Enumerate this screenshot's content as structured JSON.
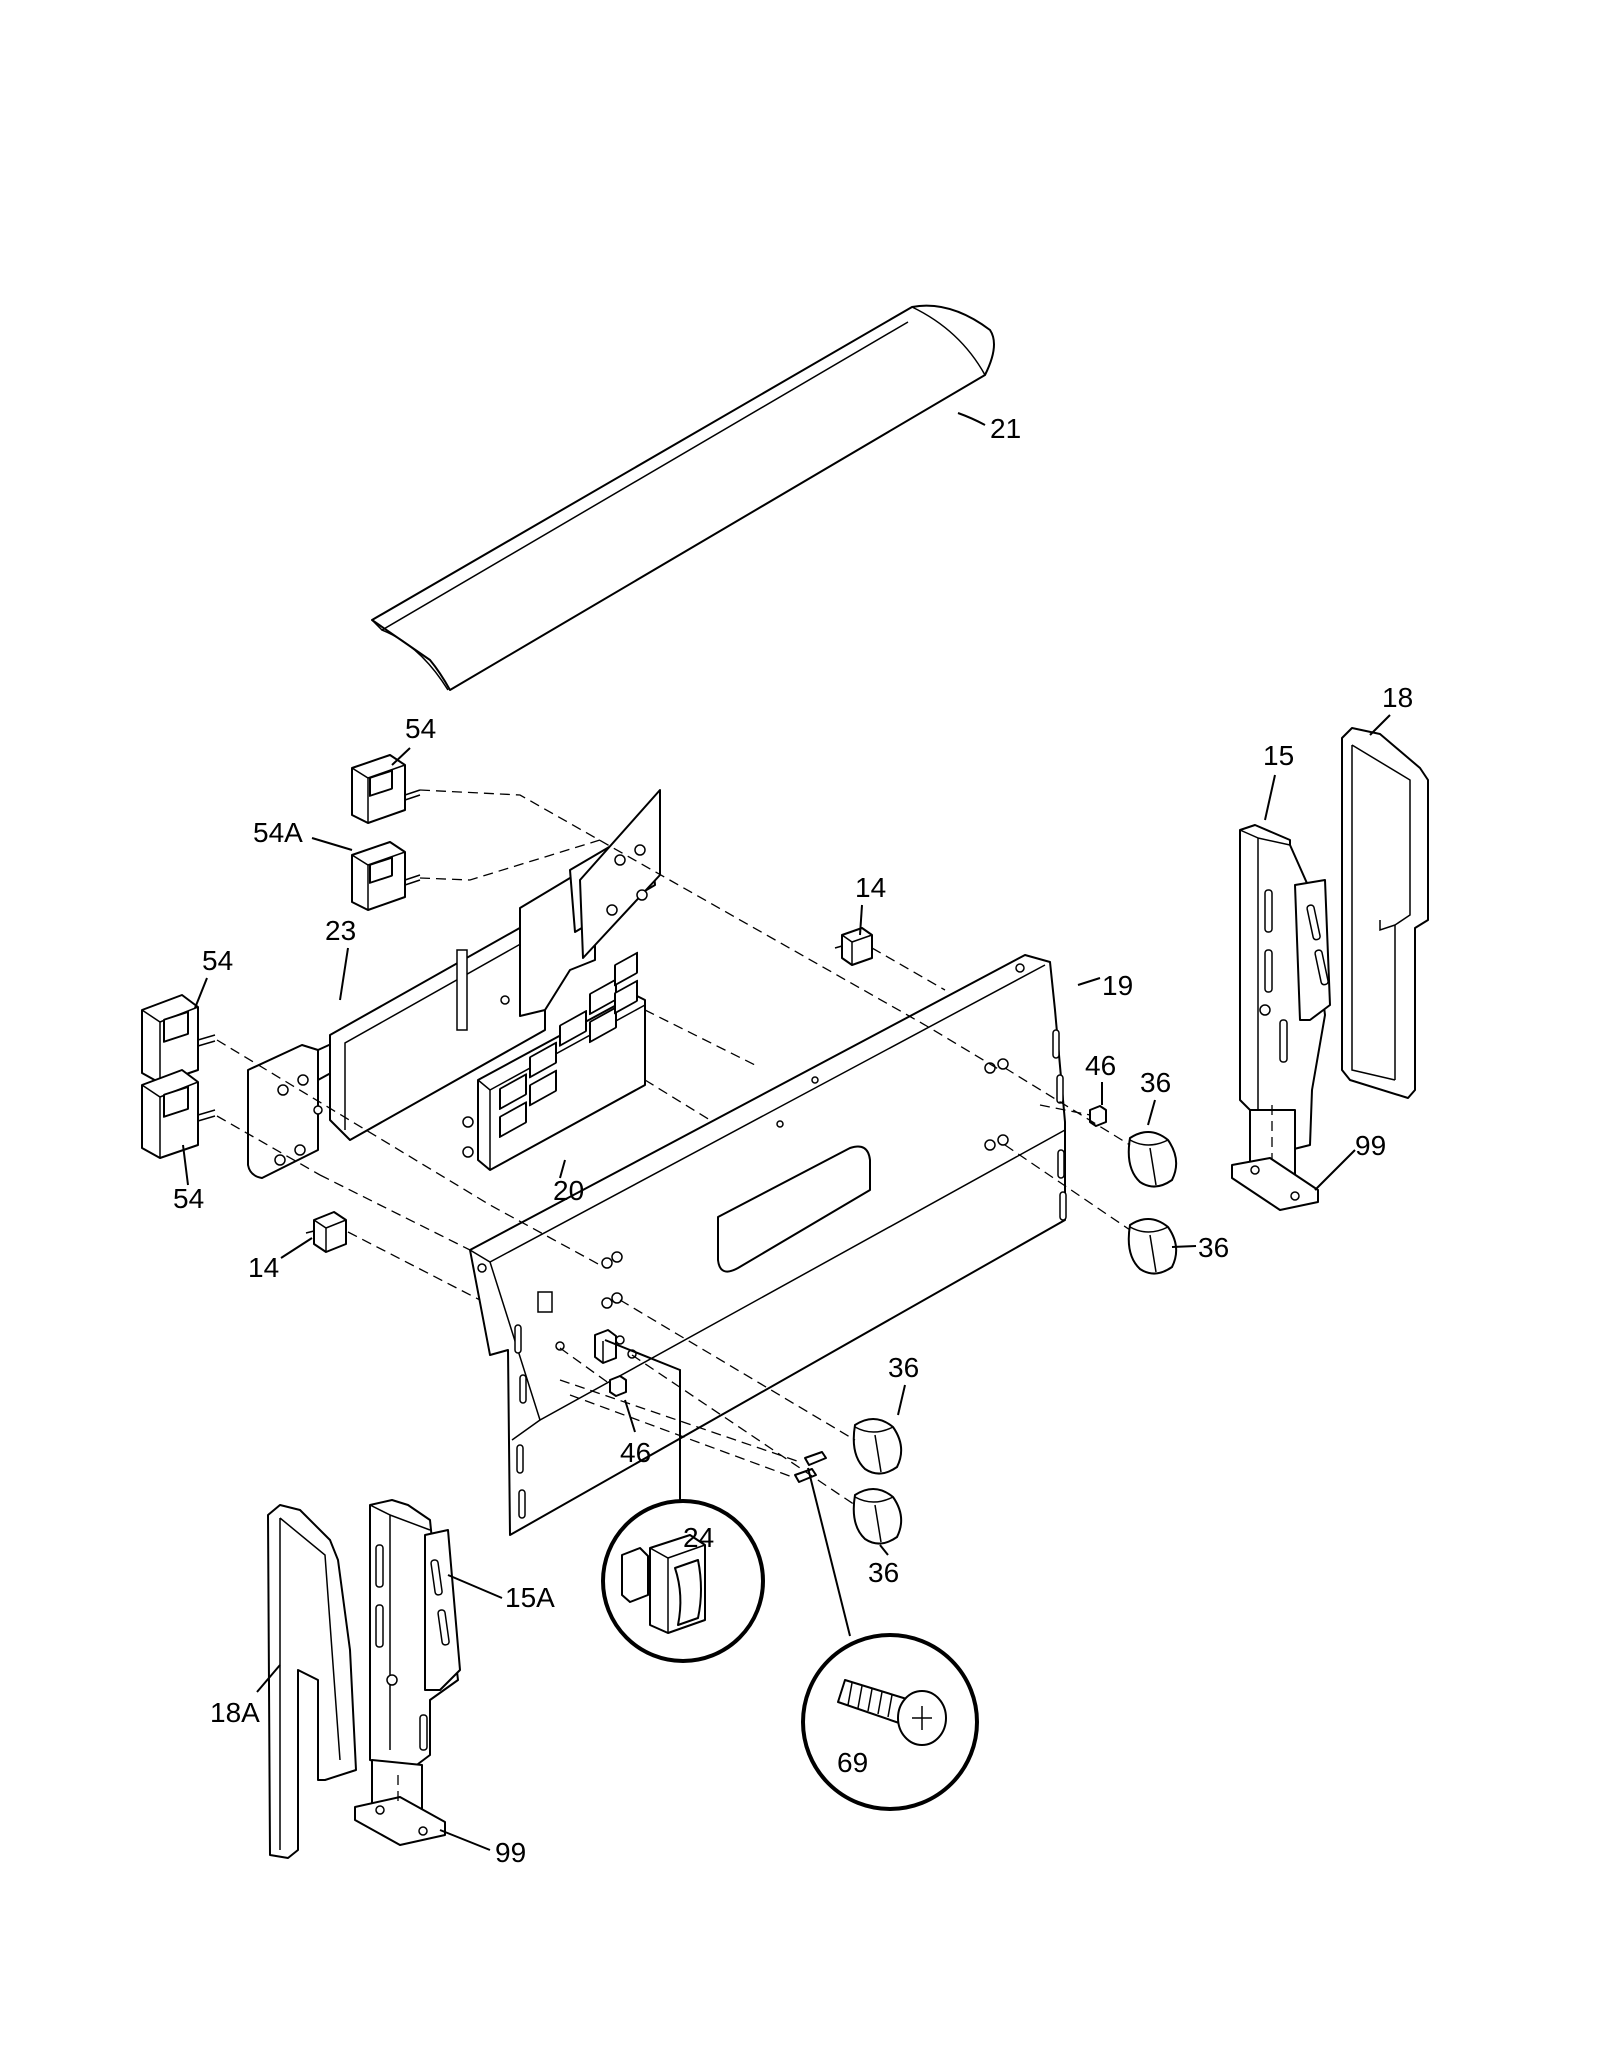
{
  "callouts": [
    {
      "id": "c21",
      "label": "21"
    },
    {
      "id": "c54-top",
      "label": "54"
    },
    {
      "id": "c54a",
      "label": "54A"
    },
    {
      "id": "c23",
      "label": "23"
    },
    {
      "id": "c54-mid",
      "label": "54"
    },
    {
      "id": "c54-bot",
      "label": "54"
    },
    {
      "id": "c14-top",
      "label": "14"
    },
    {
      "id": "c14-bot",
      "label": "14"
    },
    {
      "id": "c20",
      "label": "20"
    },
    {
      "id": "c19",
      "label": "19"
    },
    {
      "id": "c46-top",
      "label": "46"
    },
    {
      "id": "c46-bot",
      "label": "46"
    },
    {
      "id": "c36-a",
      "label": "36"
    },
    {
      "id": "c36-b",
      "label": "36"
    },
    {
      "id": "c36-c",
      "label": "36"
    },
    {
      "id": "c36-d",
      "label": "36"
    },
    {
      "id": "c15",
      "label": "15"
    },
    {
      "id": "c18",
      "label": "18"
    },
    {
      "id": "c99-right",
      "label": "99"
    },
    {
      "id": "c15a",
      "label": "15A"
    },
    {
      "id": "c18a",
      "label": "18A"
    },
    {
      "id": "c99-left",
      "label": "99"
    },
    {
      "id": "c24",
      "label": "24"
    },
    {
      "id": "c69",
      "label": "69"
    }
  ]
}
